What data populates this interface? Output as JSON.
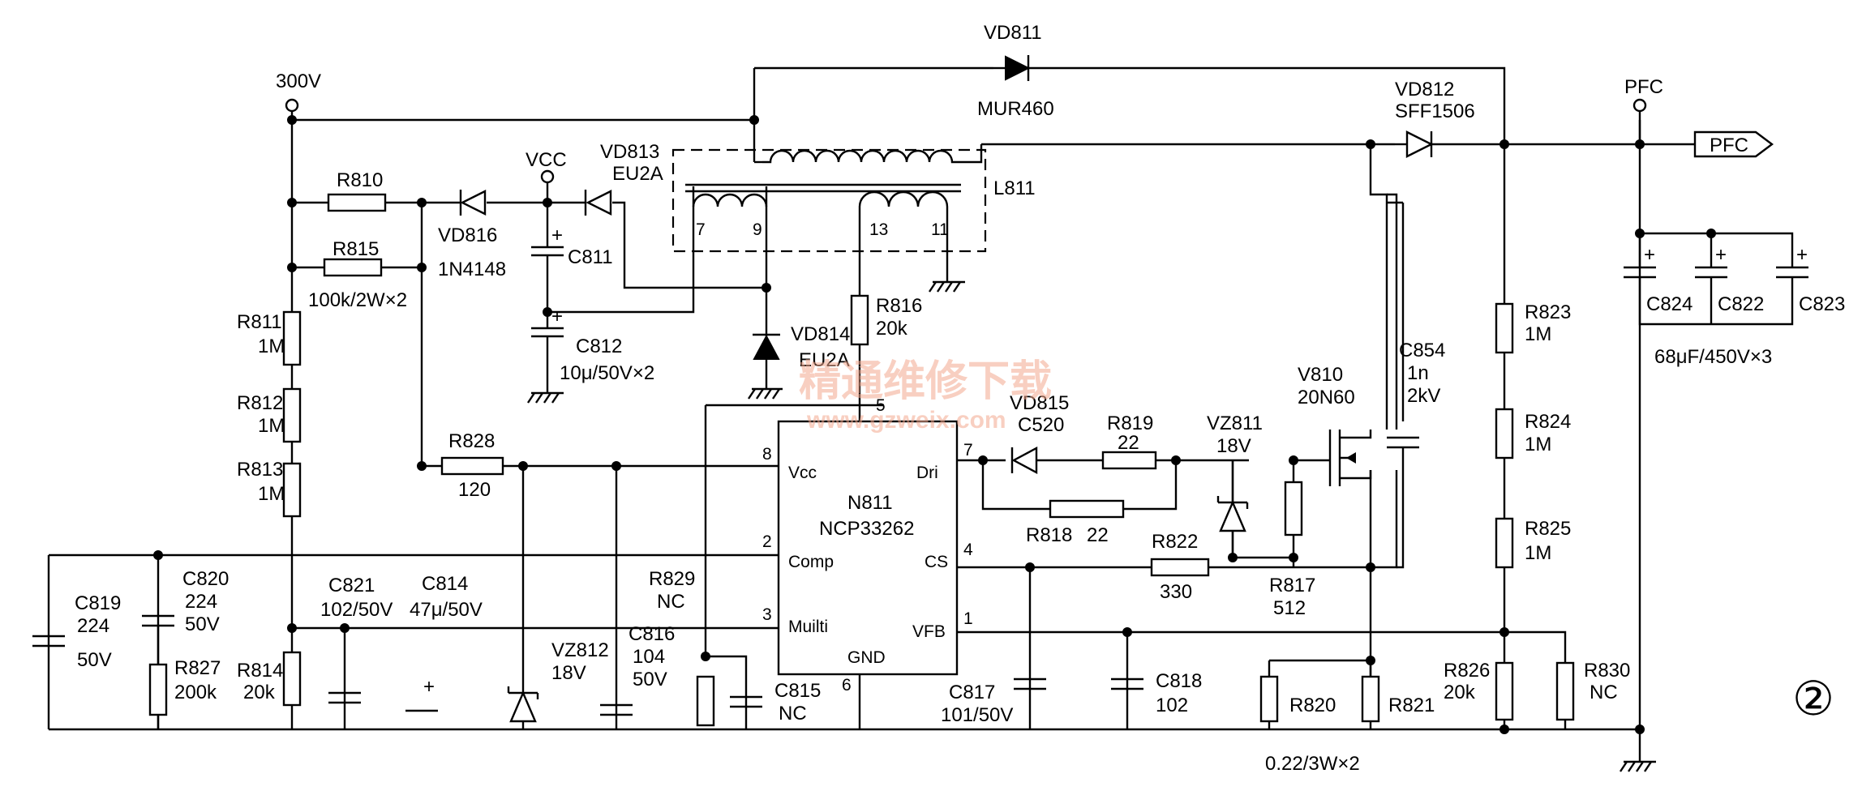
{
  "rails": {
    "hv": "300V",
    "vcc": "VCC",
    "pfc": "PFC",
    "pfc_port": "PFC"
  },
  "diodes": {
    "vd811": {
      "name": "VD811",
      "value": "MUR460"
    },
    "vd812": {
      "name": "VD812",
      "value": "SFF1506"
    },
    "vd813": {
      "name": "VD813",
      "value": "EU2A"
    },
    "vd814": {
      "name": "VD814",
      "value": "EU2A"
    },
    "vd815": {
      "name": "VD815",
      "value": "C520"
    },
    "vd816": {
      "name": "VD816",
      "value": "1N4148"
    },
    "vz811": {
      "name": "VZ811",
      "value": "18V"
    },
    "vz812": {
      "name": "VZ812",
      "value": "18V"
    }
  },
  "transformer": {
    "name": "L811",
    "pins": [
      "7",
      "9",
      "13",
      "11"
    ]
  },
  "resistors": {
    "r810": {
      "name": "R810"
    },
    "r815": {
      "name": "R815",
      "value": "100k/2W×2"
    },
    "r811": {
      "name": "R811",
      "value": "1M"
    },
    "r812": {
      "name": "R812",
      "value": "1M"
    },
    "r813": {
      "name": "R813",
      "value": "1M"
    },
    "r814": {
      "name": "R814",
      "value": "20k"
    },
    "r816": {
      "name": "R816",
      "value": "20k"
    },
    "r817": {
      "name": "R817",
      "value": "512"
    },
    "r818": {
      "name": "R818",
      "value": "22"
    },
    "r819": {
      "name": "R819",
      "value": "22"
    },
    "r820": {
      "name": "R820"
    },
    "r821": {
      "name": "R821"
    },
    "r820_821_note": "0.22/3W×2",
    "r822": {
      "name": "R822",
      "value": "330"
    },
    "r823": {
      "name": "R823",
      "value": "1M"
    },
    "r824": {
      "name": "R824",
      "value": "1M"
    },
    "r825": {
      "name": "R825",
      "value": "1M"
    },
    "r826": {
      "name": "R826",
      "value": "20k"
    },
    "r827": {
      "name": "R827",
      "value": "200k"
    },
    "r828": {
      "name": "R828",
      "value": "120"
    },
    "r829": {
      "name": "R829",
      "value": "NC"
    },
    "r830": {
      "name": "R830",
      "value": "NC"
    }
  },
  "capacitors": {
    "c811": {
      "name": "C811"
    },
    "c812": {
      "name": "C812",
      "value": "10μ/50V×2"
    },
    "c814": {
      "name": "C814",
      "value": "47μ/50V"
    },
    "c815": {
      "name": "C815",
      "value": "NC"
    },
    "c816": {
      "name": "C816",
      "value1": "104",
      "value2": "50V"
    },
    "c817": {
      "name": "C817",
      "value": "101/50V"
    },
    "c818": {
      "name": "C818",
      "value": "102"
    },
    "c819": {
      "name": "C819",
      "value1": "224",
      "value2": "50V"
    },
    "c820": {
      "name": "C820",
      "value1": "224",
      "value2": "50V"
    },
    "c821": {
      "name": "C821",
      "value": "102/50V"
    },
    "c822": {
      "name": "C822"
    },
    "c823": {
      "name": "C823"
    },
    "c824": {
      "name": "C824"
    },
    "c824_group_note": "68μF/450V×3",
    "c854": {
      "name": "C854",
      "value1": "1n",
      "value2": "2kV"
    }
  },
  "mosfet": {
    "name": "V810",
    "value": "20N60"
  },
  "ic": {
    "name": "N811",
    "part": "NCP33262",
    "pins": {
      "vcc": {
        "num": "8",
        "label": "Vcc"
      },
      "comp": {
        "num": "2",
        "label": "Comp"
      },
      "mult": {
        "num": "3",
        "label": "Muilti"
      },
      "dri": {
        "num": "7",
        "label": "Dri"
      },
      "cs": {
        "num": "4",
        "label": "CS"
      },
      "vfb": {
        "num": "1",
        "label": "VFB"
      },
      "gnd": {
        "num": "6",
        "label": "GND"
      },
      "zcd": {
        "num": "5"
      }
    }
  },
  "watermark": {
    "text": "精通维修下载",
    "url": "www.gzweix.com"
  },
  "figure_number": "②"
}
